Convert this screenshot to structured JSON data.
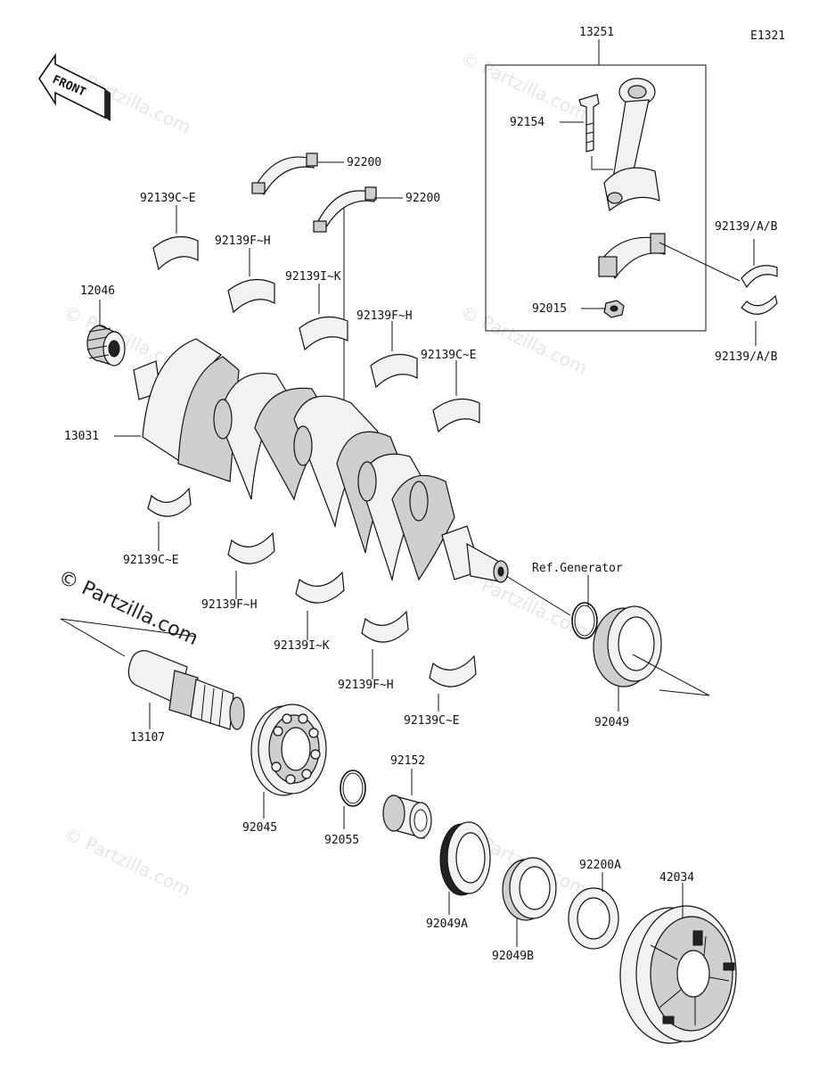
{
  "diagram_code": "E1321",
  "front_label": "FRONT",
  "watermark": "© Partzilla.com",
  "callouts": {
    "p13251": "13251",
    "p92154": "92154",
    "p92015": "92015",
    "p92139ab_top": "92139/A/B",
    "p92139ab_bot": "92139/A/B",
    "p92200_a": "92200",
    "p92200_b": "92200",
    "p92139ce_1": "92139C~E",
    "p92139fh_1": "92139F~H",
    "p92139ik_1": "92139I~K",
    "p92139fh_2": "92139F~H",
    "p92139ce_2": "92139C~E",
    "p12046": "12046",
    "p13031": "13031",
    "p92139ce_3": "92139C~E",
    "p92139fh_3": "92139F~H",
    "p92139ik_2": "92139I~K",
    "p92139fh_4": "92139F~H",
    "p92139ce_4": "92139C~E",
    "ref_generator": "Ref.Generator",
    "p92049": "92049",
    "p13107": "13107",
    "p92045": "92045",
    "p92055": "92055",
    "p92152": "92152",
    "p92049a": "92049A",
    "p92049b": "92049B",
    "p92200a": "92200A",
    "p42034": "42034"
  }
}
